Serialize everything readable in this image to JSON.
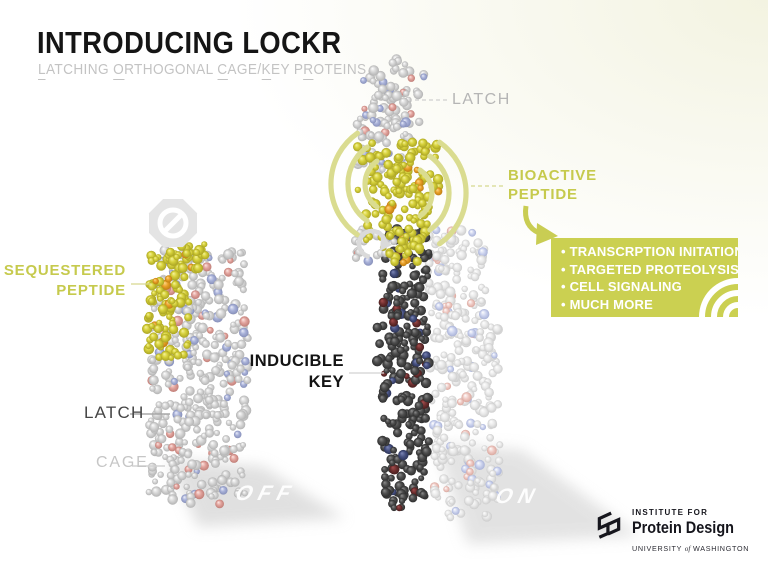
{
  "header": {
    "title": "INTRODUCING LOCKR",
    "subtitle_segments": [
      {
        "t": "L",
        "u": true
      },
      {
        "t": "ATCHING ",
        "u": false
      },
      {
        "t": "O",
        "u": true
      },
      {
        "t": "RTHOGONAL ",
        "u": false
      },
      {
        "t": "C",
        "u": true
      },
      {
        "t": "AGE/",
        "u": false
      },
      {
        "t": "K",
        "u": true
      },
      {
        "t": "EY P",
        "u": false
      },
      {
        "t": "R",
        "u": true
      },
      {
        "t": "OTEINS",
        "u": false
      }
    ]
  },
  "left_figure": {
    "sequestered_line1": "SEQUESTERED",
    "sequestered_line2": "PEPTIDE",
    "latch_label": "LATCH",
    "cage_label": "CAGE",
    "state": "OFF"
  },
  "right_figure": {
    "latch_label": "LATCH",
    "bioactive_line1": "BIOACTIVE",
    "bioactive_line2": "PEPTIDE",
    "key_line1": "INDUCIBLE",
    "key_line2": "KEY",
    "state": "ON"
  },
  "benefits": {
    "items": [
      "• TRANSCRPTION INITATION",
      "• TARGETED PROTEOLYSIS",
      "• CELL SIGNALING",
      "• MUCH MORE"
    ]
  },
  "logo": {
    "institute": "INSTITUTE FOR",
    "name": "Protein Design",
    "university": "UNIVERSITY",
    "of": "of",
    "washington": "WASHINGTON"
  },
  "colors": {
    "accent_olive": "#c6ca4d",
    "benefits_box_bg": "#cbd051",
    "wave_olive": "#dadc90",
    "peptide_yellow": "#d8d23e",
    "key_dark": "#4b4b4b",
    "cage_gray": "#d9d9d9",
    "title_black": "#151515",
    "muted_gray": "#c3c3c3"
  }
}
